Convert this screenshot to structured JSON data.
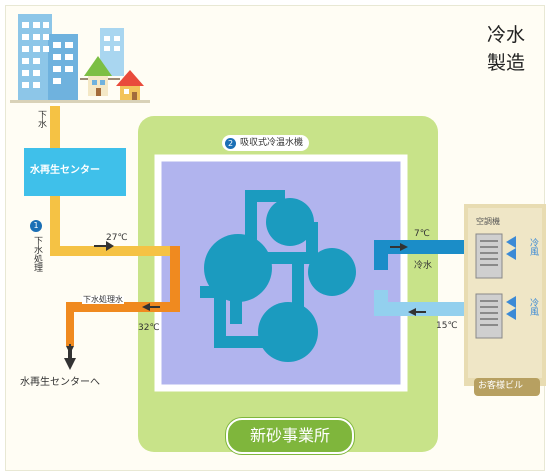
{
  "side_caption": {
    "line1": "冷水",
    "line2": "製造"
  },
  "sewage": {
    "label": "下水"
  },
  "center": {
    "box_label": "水再生センター",
    "return_label": "水再生センターへ"
  },
  "process": {
    "num": "1",
    "label": "下水処理"
  },
  "chiller": {
    "num": "2",
    "label": "吸収式冷温水機"
  },
  "sewage_temps": {
    "in": "27℃",
    "out": "32℃"
  },
  "treated_water": {
    "label": "下水処理水"
  },
  "cold_water": {
    "temp_out": "7℃",
    "label": "冷水",
    "temp_return": "15℃"
  },
  "building": {
    "ac_label": "空調機",
    "wind1": "冷風",
    "wind2": "冷風",
    "name": "お客様ビル"
  },
  "plant": {
    "name": "新砂事業所"
  },
  "colors": {
    "plant_bg": "#c8e389",
    "machine_bg": "#b1b4ee",
    "machine": "#1b9bbf",
    "sewage_in": "#f5c244",
    "sewage_out": "#f08a1f",
    "chilled": "#1b8dc8",
    "return": "#93d0ee",
    "center_box": "#3fc0ea"
  }
}
